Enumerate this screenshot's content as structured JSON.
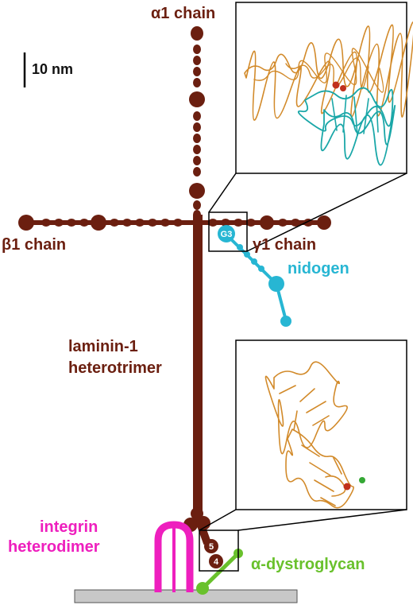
{
  "colors": {
    "laminin": "#6b1f10",
    "nidogen": "#27b6d3",
    "integrin": "#ee1fbe",
    "dystroglycan": "#69c12c",
    "structure_orange": "#d28a2a",
    "structure_cyan": "#1aa7a8",
    "membrane": "#c8c8c8"
  },
  "labels": {
    "alpha1_chain": "α1 chain",
    "beta1_chain": "β1 chain",
    "gamma1_chain": "γ1 chain",
    "scale_bar": "10 nm",
    "nidogen": "nidogen",
    "laminin_line1": "laminin-1",
    "laminin_line2": "heterotrimer",
    "integrin_line1": "integrin",
    "integrin_line2": "heterodimer",
    "dystroglycan": "α-dystroglycan",
    "g3_domain": "G3",
    "domain_5": "5",
    "domain_4": "4"
  }
}
